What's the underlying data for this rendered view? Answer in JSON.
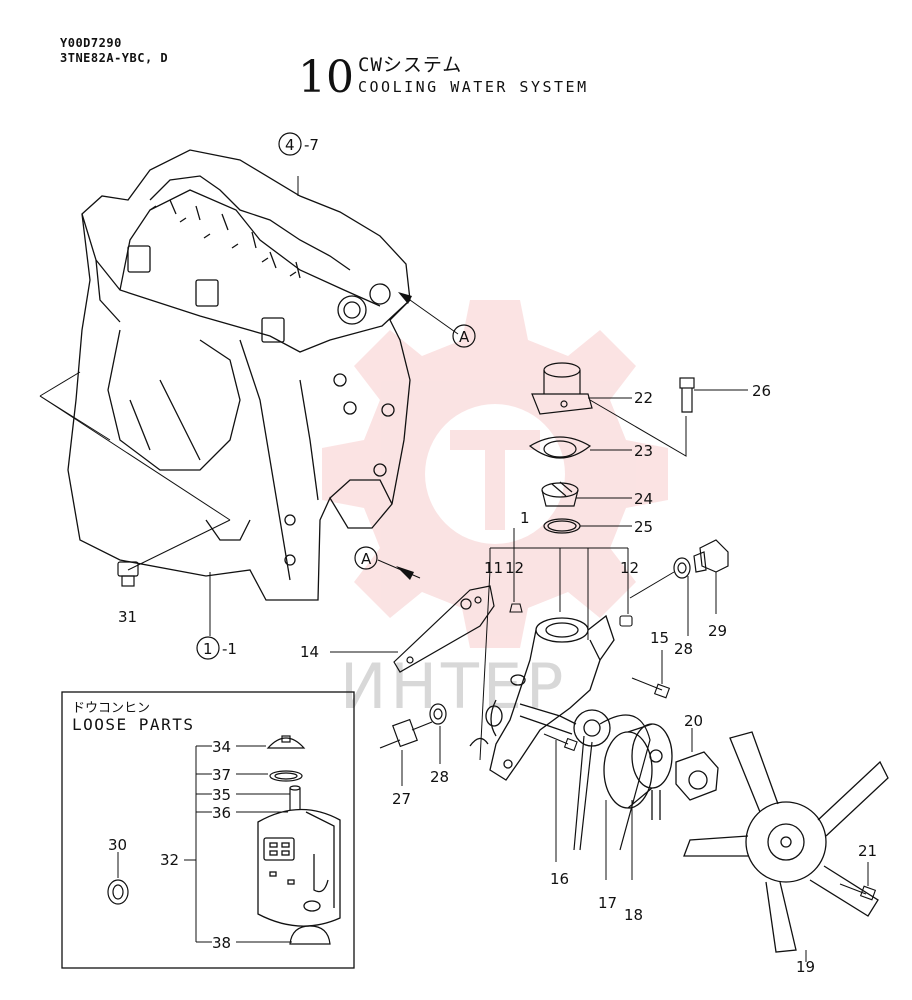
{
  "header": {
    "catalog_code": "Y00D7290",
    "model": "3TNE82A-YBC, D",
    "section_number": "10",
    "title_jp": "CWシステム",
    "title_en": "COOLING WATER SYSTEM"
  },
  "callouts": {
    "ref_cylinder_head": "4",
    "ref_cylinder_head_suffix": "-7",
    "ref_cylinder_block": "1",
    "ref_cylinder_block_suffix": "-1",
    "connector_a1": "A",
    "connector_a2": "A"
  },
  "parts": {
    "p1": "1",
    "p11": "11",
    "p12a": "12",
    "p12b": "12",
    "p14": "14",
    "p15": "15",
    "p16": "16",
    "p17": "17",
    "p18": "18",
    "p19": "19",
    "p20": "20",
    "p21": "21",
    "p22": "22",
    "p23": "23",
    "p24": "24",
    "p25": "25",
    "p26": "26",
    "p27": "27",
    "p28a": "28",
    "p28b": "28",
    "p29": "29",
    "p31": "31"
  },
  "loose_parts": {
    "title_jp": "ドウコンヒン",
    "title_en": "LOOSE PARTS",
    "p30": "30",
    "p32": "32",
    "p34": "34",
    "p35": "35",
    "p36": "36",
    "p37": "37",
    "p38": "38"
  },
  "watermark": {
    "text": "ИНТЕР",
    "color": "#f2a0a0"
  }
}
